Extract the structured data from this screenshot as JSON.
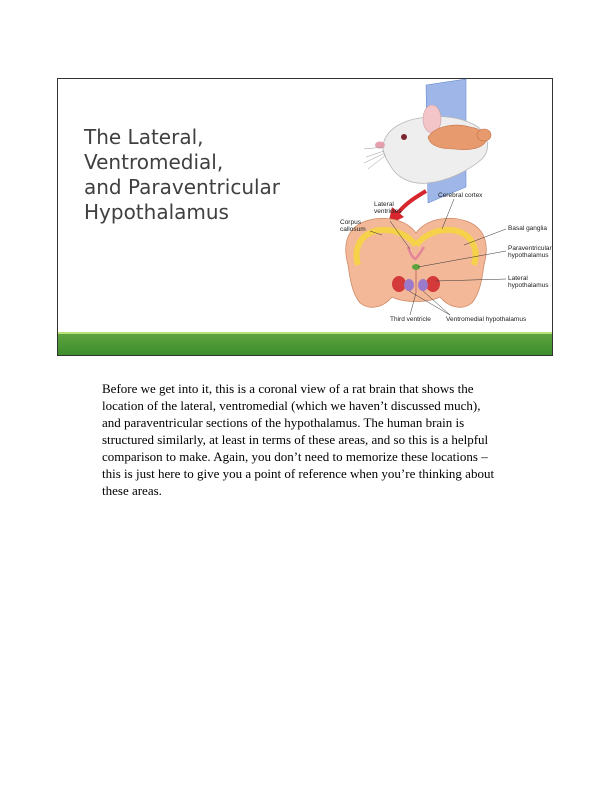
{
  "slide": {
    "title": "The Lateral,\nVentromedial,\nand Paraventricular\nHypothalamus",
    "figure_labels": {
      "lateral_ventricles": "Lateral\nventricles",
      "cerebral_cortex": "Cerebral cortex",
      "corpus_callosum": "Corpus\ncallosum",
      "basal_ganglia": "Basal ganglia",
      "paraventricular_hypothalamus": "Paraventricular\nhypothalamus",
      "lateral_hypothalamus": "Lateral\nhypothalamus",
      "third_ventricle": "Third ventricle",
      "ventromedial_hypothalamus": "Ventromedial hypothalamus"
    }
  },
  "notes": {
    "text": "Before we get into it, this is a coronal view of a rat brain that shows the location of the lateral, ventromedial (which we haven’t discussed much), and paraventricular sections of the hypothalamus. The human brain is structured similarly, at least in terms of these areas, and so this is a helpful comparison to make. Again, you don’t need to memorize these locations – this is just here to give you a point of reference when you’re thinking about these areas."
  },
  "colors": {
    "footer_green": "#4a9a36",
    "accent_green": "#b9e07a",
    "brain_tissue": "#f2b898",
    "corpus_callosum_yellow": "#f5d24a",
    "arrow_red": "#d8262f"
  }
}
